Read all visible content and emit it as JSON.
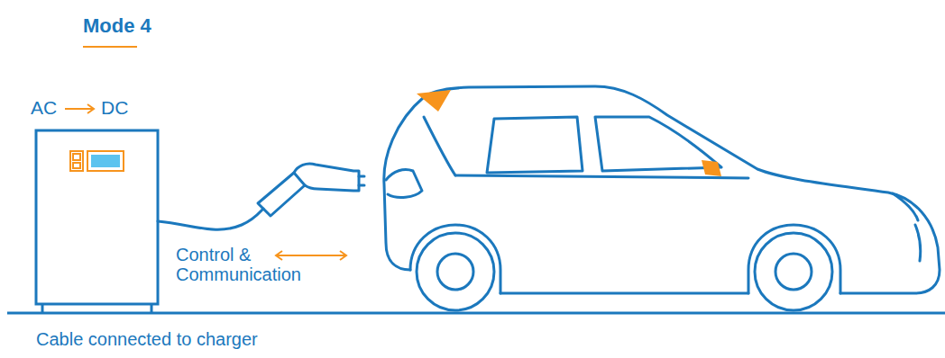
{
  "diagram": {
    "title": "Mode 4",
    "caption": "Cable connected to charger",
    "labels": [
      "AC",
      "DC",
      "Control & Communication"
    ]
  }
}
